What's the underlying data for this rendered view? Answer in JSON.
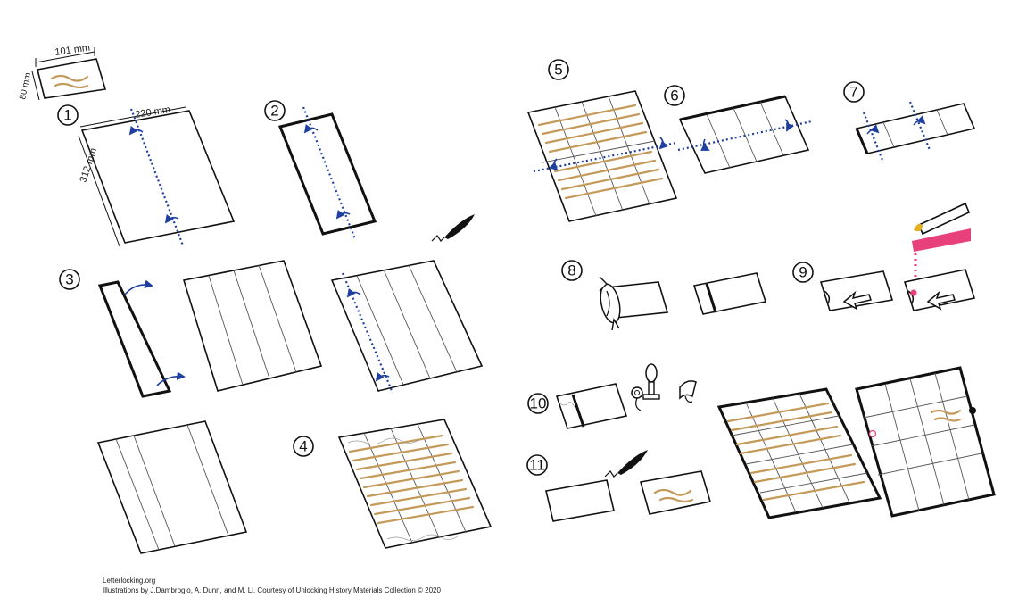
{
  "steps": [
    "1",
    "2",
    "3",
    "4",
    "5",
    "6",
    "7",
    "8",
    "9",
    "10",
    "11"
  ],
  "dimensions": {
    "small_width": "101 mm",
    "small_height": "80 mm",
    "sheet_width": "220 mm",
    "sheet_height": "312 mm"
  },
  "credits": {
    "site": "Letterlocking.org",
    "line": "Illustrations by J.Dambrogio, A. Dunn, and M. Li. Courtesy of Unlocking History Materials Collection © 2020"
  },
  "colors": {
    "fold_line": "#1f3f9e",
    "ink_writing": "#c49a5a",
    "wax_pink": "#e8407a",
    "wax_gold": "#e2b020"
  },
  "icons": [
    "quill-pen-icon",
    "seal-stamp-icon",
    "wax-stick-icon",
    "letter-packet-icon"
  ]
}
